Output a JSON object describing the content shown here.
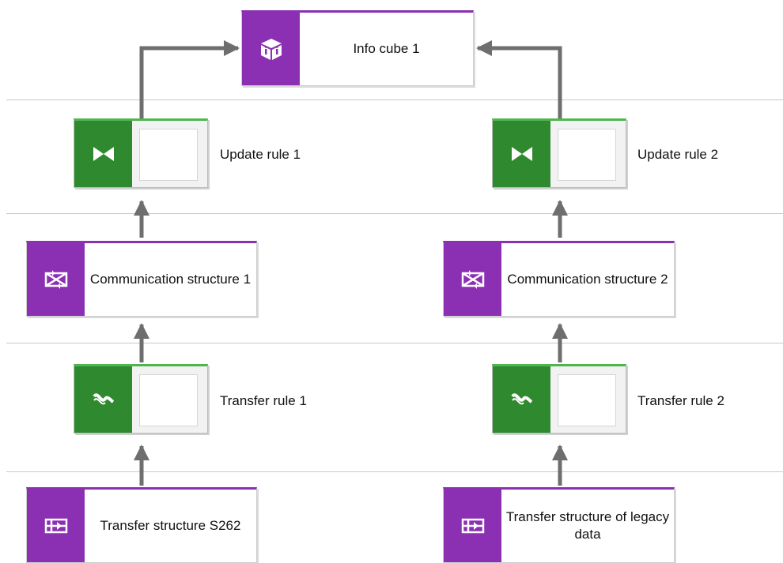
{
  "diagram": {
    "info_cube": {
      "label": "Info cube 1",
      "icon": "cube-icon"
    },
    "left": {
      "update_rule": "Update rule 1",
      "communication_structure": "Communication structure 1",
      "transfer_rule": "Transfer rule 1",
      "transfer_structure": "Transfer structure S262"
    },
    "right": {
      "update_rule": "Update rule 2",
      "communication_structure": "Communication structure 2",
      "transfer_rule": "Transfer rule 2",
      "transfer_structure": "Transfer structure of legacy data"
    },
    "icons": {
      "update_rule": "bowtie-icon",
      "communication_structure": "communication-structure-icon",
      "transfer_rule": "wave-icon",
      "transfer_structure": "transfer-structure-icon"
    },
    "colors": {
      "object_purple": "#8b2fb3",
      "rule_green_dark": "#2f8a2f",
      "rule_green_light": "#4fb64f",
      "connector_gray": "#6e6e6e",
      "lane_line": "#c8c8c8"
    }
  }
}
